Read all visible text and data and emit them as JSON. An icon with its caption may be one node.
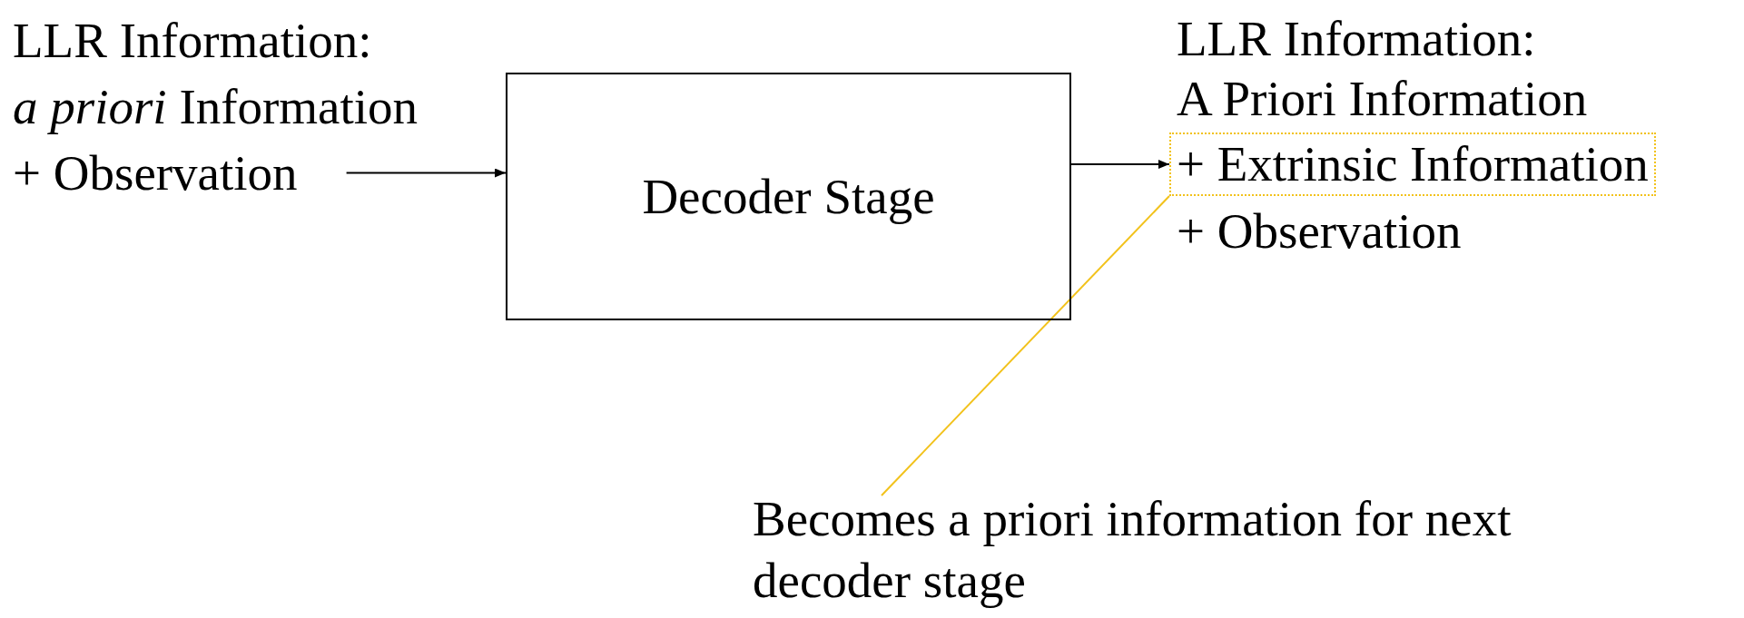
{
  "diagram": {
    "nodes": [
      {
        "text": [
          "LLR Information:",
          "*a priori* Information",
          "+ Observation"
        ]
      },
      {
        "text": [
          "Decoder Stage"
        ]
      },
      {
        "text": [
          "LLR Information:",
          "A Priori Information",
          "+ Observation"
        ]
      },
      {
        "text": [
          "+ Extrinsic Information"
        ],
        "in": 2
      },
      {
        "text": [
          "Becomes a priori information for next decoder stage"
        ]
      }
    ],
    "edges": [
      {
        "from": 0,
        "to": 1,
        "arrow": "to"
      },
      {
        "from": 1,
        "to": 3,
        "arrow": "to"
      },
      {
        "from": 4,
        "to": 3,
        "arrow": "none",
        "color": "#f2c21b"
      }
    ]
  }
}
